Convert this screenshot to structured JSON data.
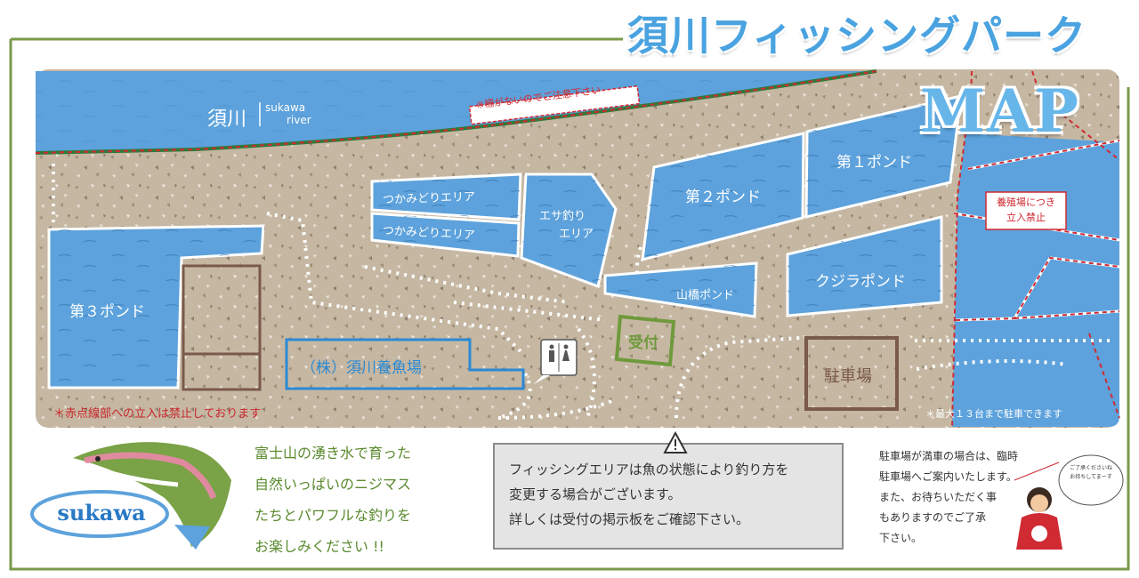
{
  "title": "須川フィッシングパーク",
  "map_label": "MAP",
  "river": {
    "name_ja": "須川",
    "name_en_1": "sukawa",
    "name_en_2": "river"
  },
  "fence_warning": "※柵がないのでご注意下さい",
  "breeding_warning": [
    "養殖場につき",
    "立入禁止"
  ],
  "areas": {
    "tsukami_1": "つかみどりエリア",
    "tsukami_2": "つかみどりエリア",
    "esa_1": "エサ釣り",
    "esa_2": "エリア",
    "pond_1": "第１ポンド",
    "pond_2": "第２ポンド",
    "pond_3": "第３ポンド",
    "sankyo": "山橋ポンド",
    "kujira": "クジラポンド",
    "company": "（株）須川養魚場",
    "reception": "受付",
    "parking": "駐車場"
  },
  "restricted_note": "＊赤点線部への立入は禁止しております",
  "parking_capacity": "＊最大１３台まで駐車できます",
  "logo_text": "sukawa",
  "intro": [
    "富士山の湧き水で育った",
    "自然いっぱいのニジマス",
    "たちとパワフルな釣りを",
    "お楽しみください !!"
  ],
  "notice": [
    "フィッシングエリアは魚の状態により釣り方を",
    "変更する場合がございます。",
    "詳しくは受付の掲示板をご確認下さい。"
  ],
  "parking_text": [
    "駐車場が満車の場合は、臨時",
    "駐車場へご案内いたします。",
    "また、お待ちいただく事",
    "もありますのでご了承",
    "下さい。"
  ],
  "bubble_text": [
    "ご了承くださいね",
    "お待ちしてまーす"
  ],
  "colors": {
    "water": "#5da2dc",
    "ground": "#c8b9a5",
    "frame": "#7a9a4a",
    "red": "#d02a32",
    "brown": "#7a5a4a",
    "company_blue": "#2a8ad4"
  }
}
